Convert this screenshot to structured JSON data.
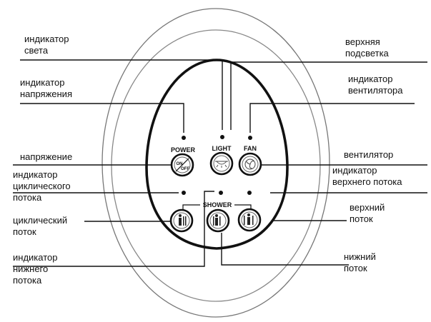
{
  "panel": {
    "buttons": {
      "power": {
        "label": "POWER",
        "symbol_top": "ON",
        "symbol_bottom": "OFF"
      },
      "light": {
        "label": "LIGHT"
      },
      "fan": {
        "label": "FAN"
      },
      "shower": {
        "label": "SHOWER"
      }
    }
  },
  "callouts": {
    "light_indicator": [
      "индикатор",
      "света"
    ],
    "top_backlight": [
      "верхняя",
      "подсветка"
    ],
    "voltage_indicator": [
      "индикатор",
      "напряжения"
    ],
    "fan_indicator": [
      "индикатор",
      "вентилятора"
    ],
    "voltage": [
      "напряжение"
    ],
    "fan": [
      "вентилятор"
    ],
    "cyclic_flow_indicator": [
      "индикатор",
      "циклического",
      "потока"
    ],
    "upper_flow_indicator": [
      "индикатор",
      "верхнего потока"
    ],
    "cyclic_flow": [
      "циклический",
      "поток"
    ],
    "upper_flow": [
      "верхний",
      "поток"
    ],
    "lower_flow_indicator": [
      "индикатор",
      "нижнего",
      "потока"
    ],
    "lower_flow": [
      "нижний",
      "поток"
    ]
  }
}
